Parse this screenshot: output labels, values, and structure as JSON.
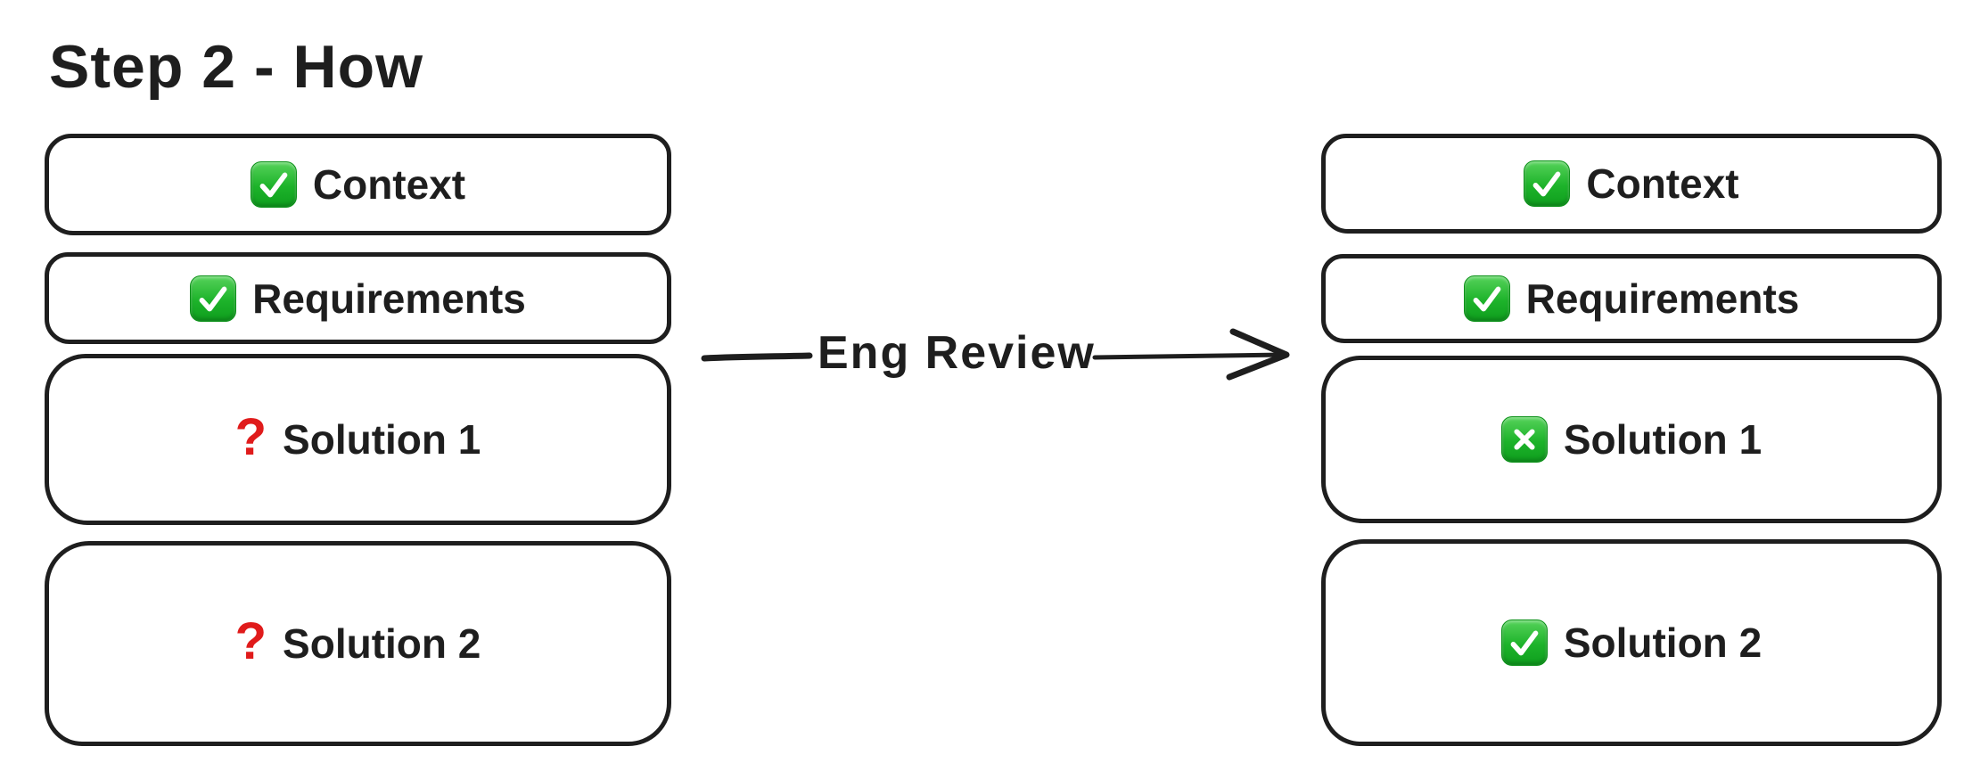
{
  "title": "Step 2 - How",
  "colors": {
    "stroke": "#1e1e1e",
    "background": "#ffffff",
    "emoji_green": "#1db32a",
    "question_red": "#e01b1b"
  },
  "glyphs": {
    "question_mark": "?"
  },
  "arrow": {
    "label": "Eng Review",
    "direction": "left-to-right"
  },
  "before_column": {
    "boxes": [
      {
        "icon": "check-emoji",
        "label": "Context"
      },
      {
        "icon": "check-emoji",
        "label": "Requirements"
      },
      {
        "icon": "question-mark",
        "label": "Solution 1"
      },
      {
        "icon": "question-mark",
        "label": "Solution 2"
      }
    ]
  },
  "after_column": {
    "boxes": [
      {
        "icon": "check-emoji",
        "label": "Context"
      },
      {
        "icon": "check-emoji",
        "label": "Requirements"
      },
      {
        "icon": "cross-emoji",
        "label": "Solution 1"
      },
      {
        "icon": "check-emoji",
        "label": "Solution 2"
      }
    ]
  }
}
